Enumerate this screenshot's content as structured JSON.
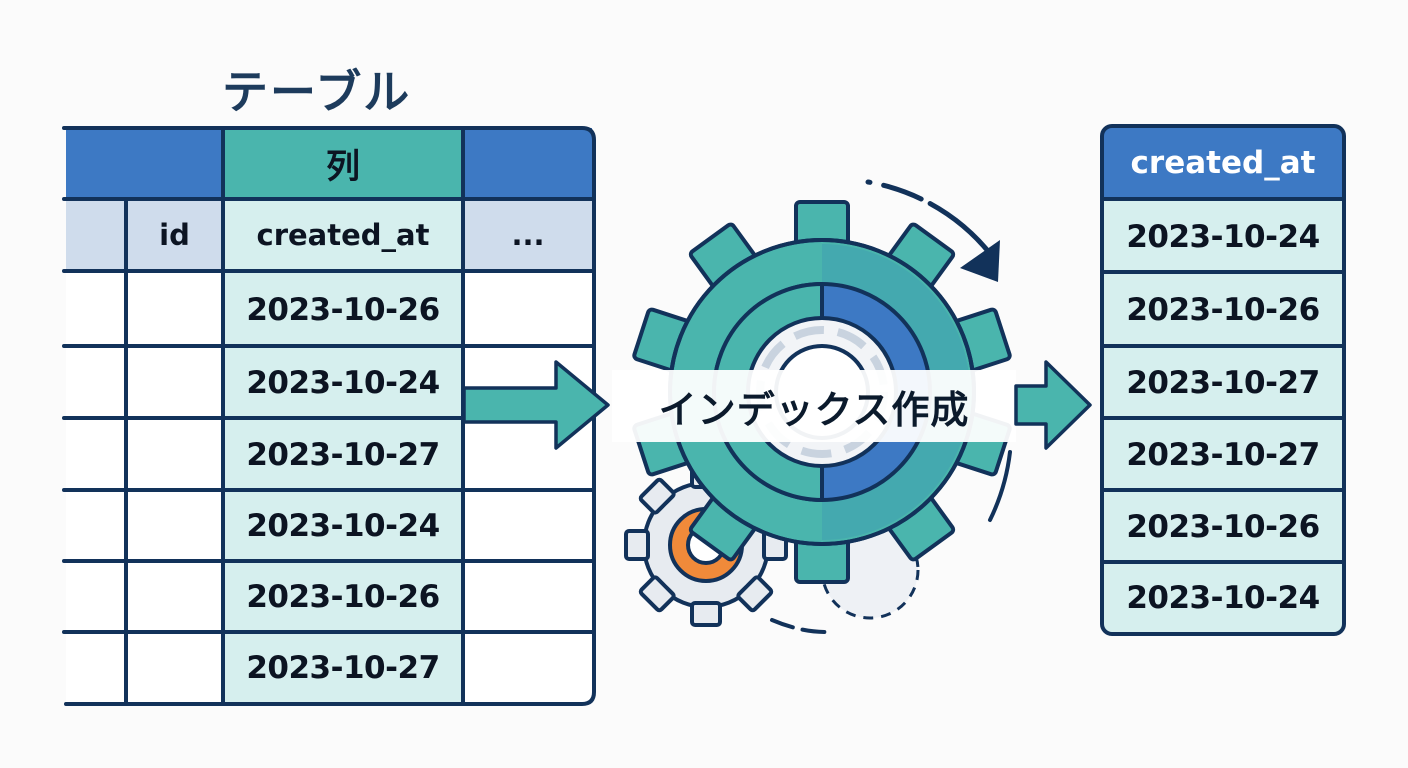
{
  "table": {
    "title": "テーブル",
    "column_header": "列",
    "subheaders": {
      "id": "id",
      "column": "created_at",
      "more": "..."
    },
    "values": [
      "2023-10-26",
      "2023-10-24",
      "2023-10-27",
      "2023-10-24",
      "2023-10-26",
      "2023-10-27"
    ]
  },
  "process": {
    "label": "インデックス作成",
    "icon": "gear-icon"
  },
  "index": {
    "header": "created_at",
    "values": [
      "2023-10-24",
      "2023-10-26",
      "2023-10-27",
      "2023-10-27",
      "2023-10-26",
      "2023-10-24"
    ]
  },
  "colors": {
    "navy": "#12325a",
    "blue": "#3d79c4",
    "teal": "#4ab5ad",
    "light_teal": "#d6efee",
    "light_blue": "#cfdcec",
    "orange": "#f08a3a"
  }
}
